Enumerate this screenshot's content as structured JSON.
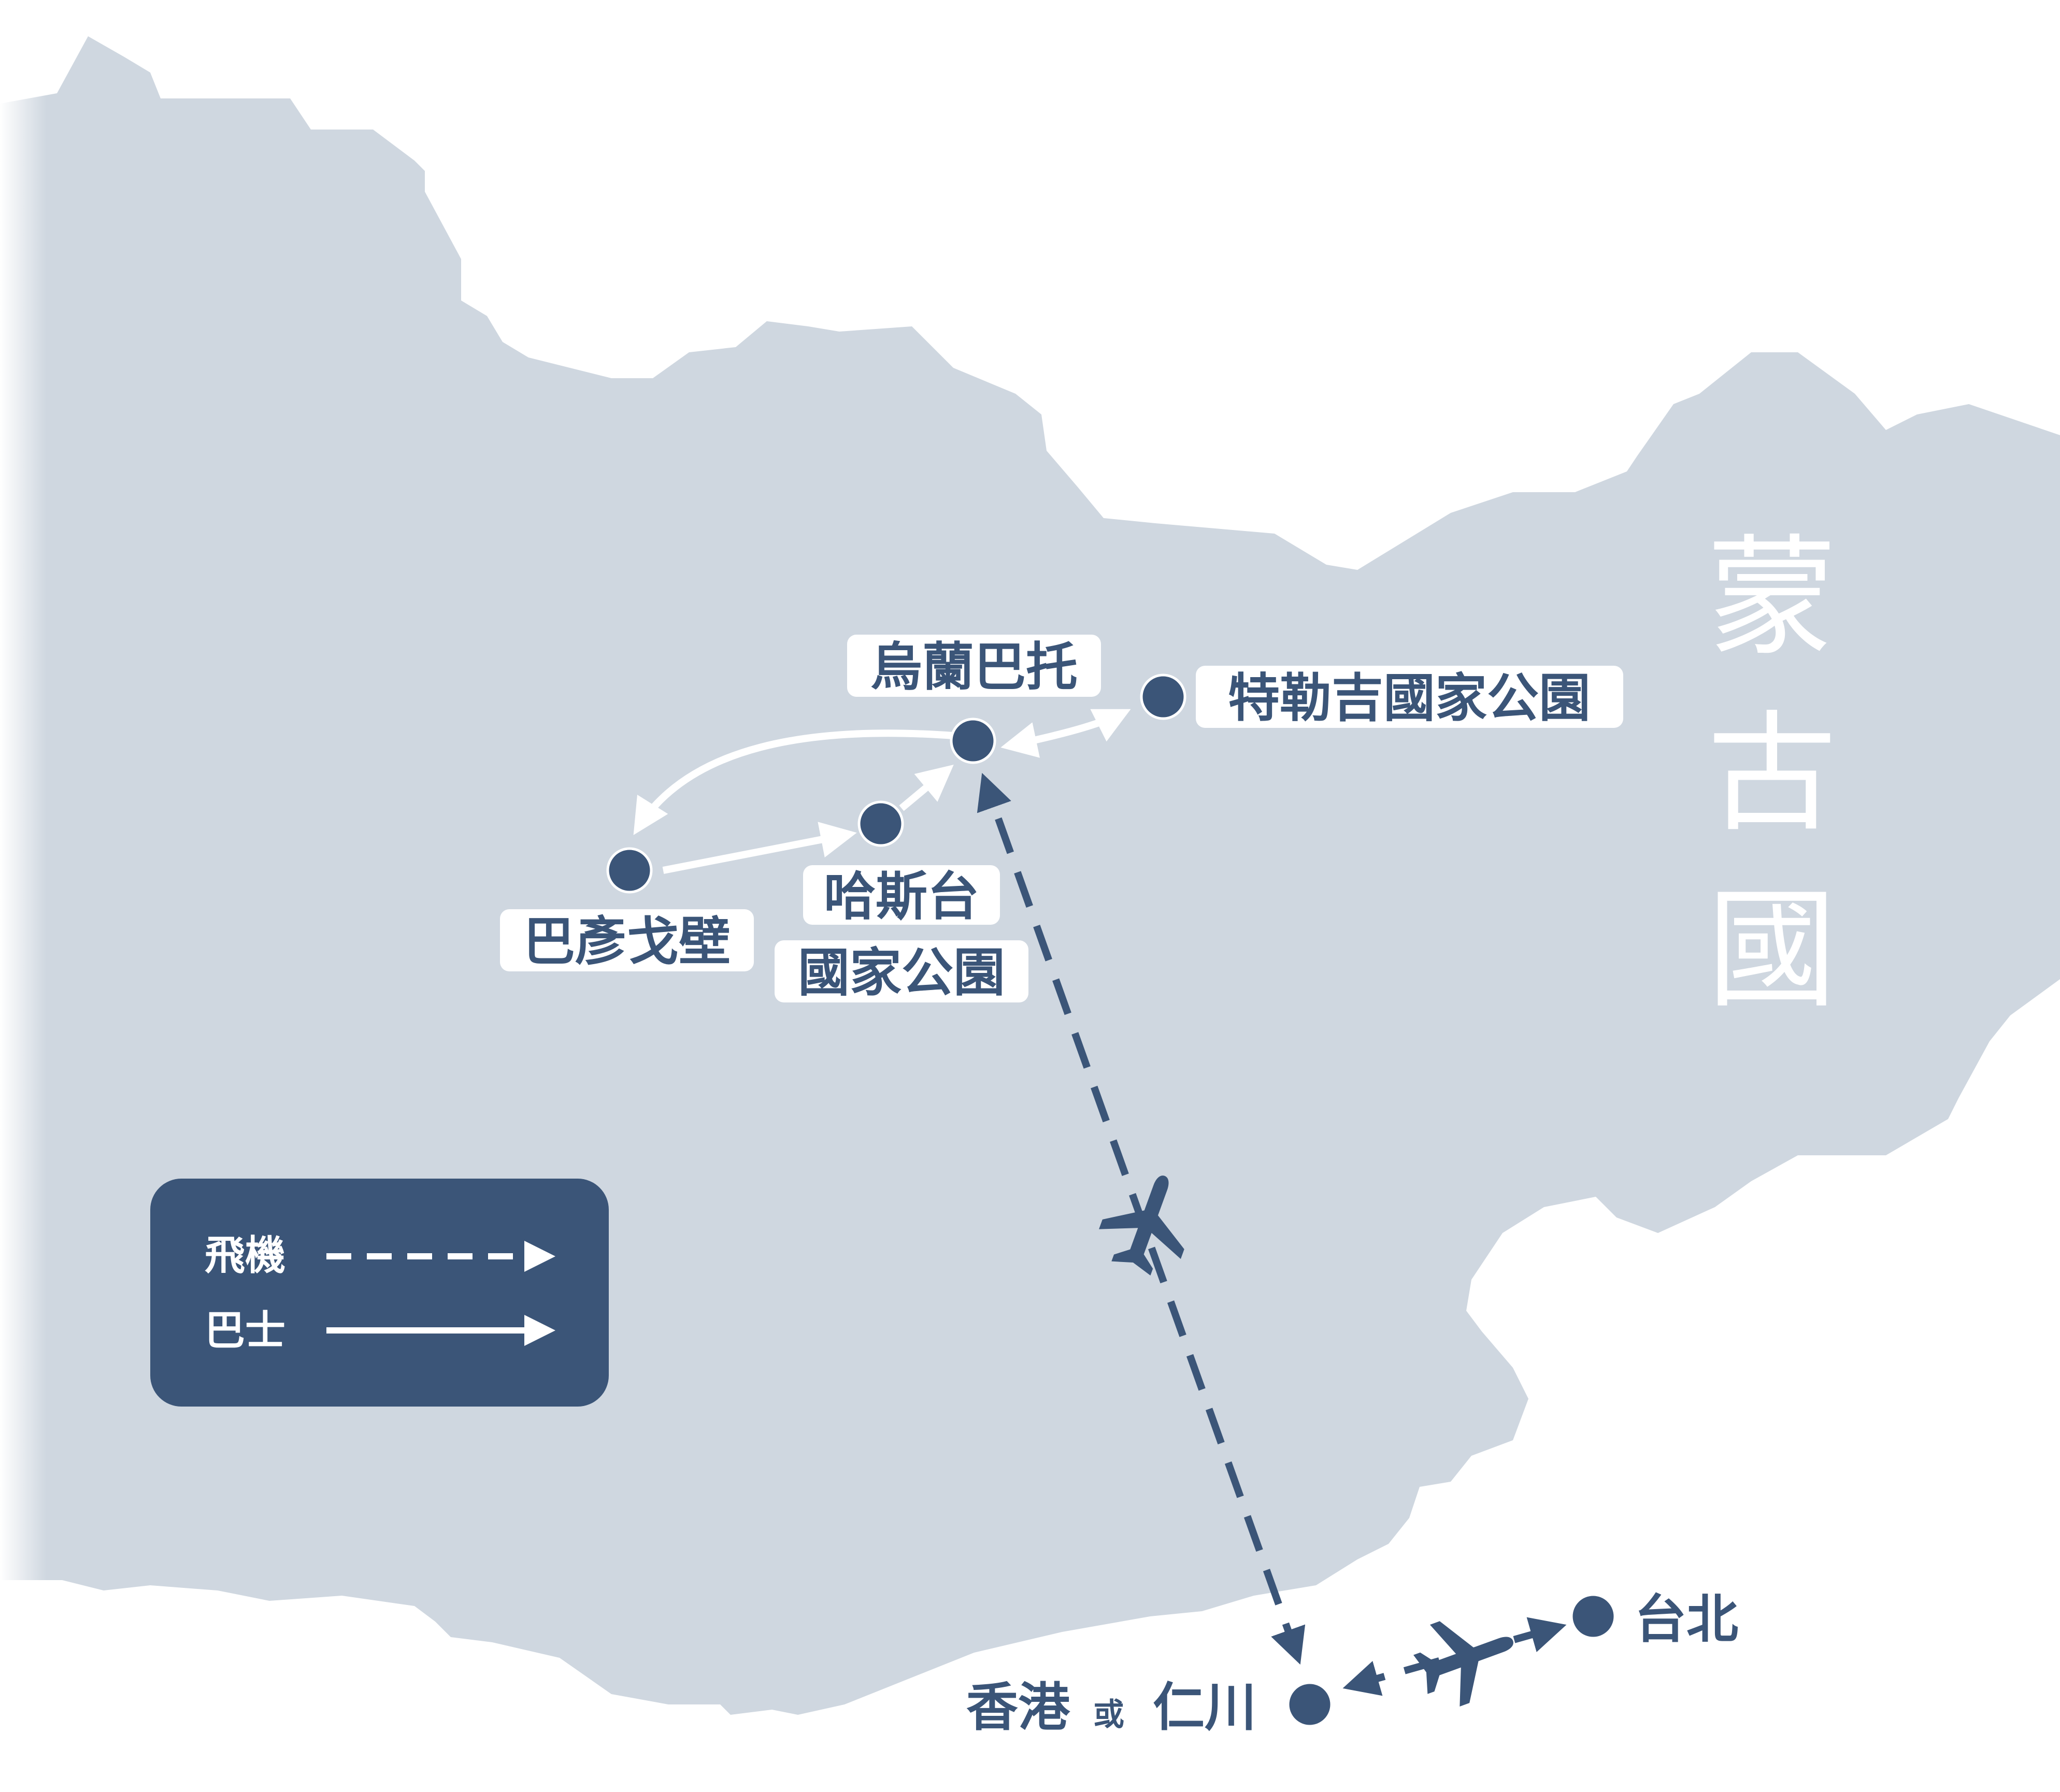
{
  "map": {
    "country_label": [
      "蒙",
      "古",
      "國"
    ],
    "colors": {
      "land": "#cfd7e0",
      "route_dark": "#3b5578",
      "route_light": "#ffffff",
      "marker": "#3b5578",
      "legend_bg": "#3b5578"
    },
    "places": {
      "ulaanbaatar": "烏蘭巴托",
      "terelj": "特勒吉國家公園",
      "hustai_line1": "哈斯台",
      "hustai_line2": "國家公園",
      "bayan_gobi": "巴彥戈壁",
      "hongkong_or_incheon_a": "香港",
      "hongkong_or_incheon_or": "或",
      "hongkong_or_incheon_b": "仁川",
      "taipei": "台北"
    },
    "icons": {
      "flight_icon": "airplane-icon"
    }
  },
  "legend": {
    "flight_label": "飛機",
    "bus_label": "巴士"
  }
}
